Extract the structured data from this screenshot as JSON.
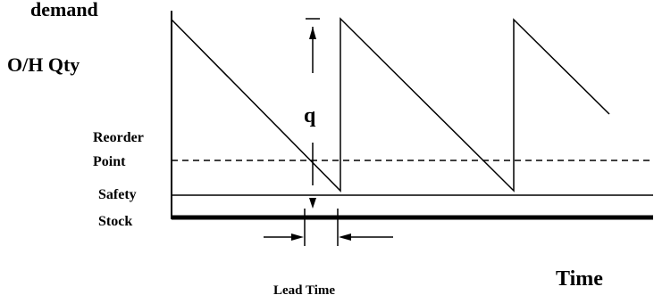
{
  "labels": {
    "demand": "demand",
    "onhand": "O/H Qty",
    "q": "q",
    "reorder_line1": "Reorder",
    "reorder_line2": "Point",
    "safety_line1": "Safety",
    "safety_line2": "Stock",
    "lead_time": "Lead Time",
    "time": "Time"
  },
  "colors": {
    "ink": "#000000",
    "background": "#ffffff"
  }
}
